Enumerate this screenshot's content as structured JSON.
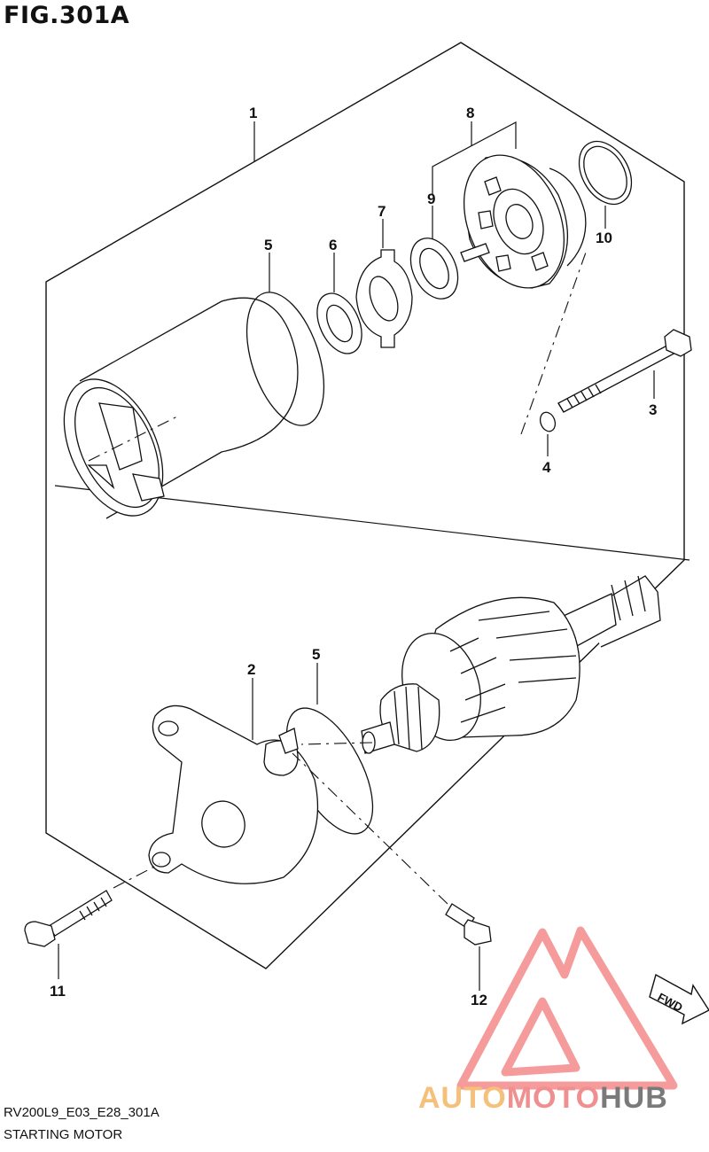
{
  "figure": {
    "title": "FIG.301A",
    "code": "RV200L9_E03_E28_301A",
    "name": "STARTING MOTOR"
  },
  "parts": {
    "p1": "1",
    "p2": "2",
    "p3": "3",
    "p4": "4",
    "p5a": "5",
    "p5b": "5",
    "p6": "6",
    "p7": "7",
    "p8": "8",
    "p9": "9",
    "p10": "10",
    "p11": "11",
    "p12": "12"
  },
  "direction_label": "FWD",
  "watermark": {
    "brand_part1": "AUTO",
    "brand_part2": "MOTO",
    "brand_part3": "HUB",
    "color_auto": "#f5c07a",
    "color_moto": "#f08f8f",
    "color_hub": "#7a7a7a",
    "logo_color": "#ef5a5a"
  },
  "icons": [
    "fwd-arrow-icon",
    "watermark-logo-icon"
  ]
}
